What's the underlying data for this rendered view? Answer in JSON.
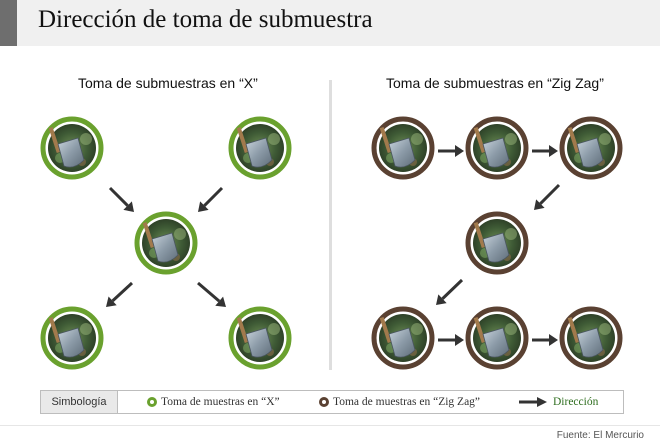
{
  "title": "Dirección de toma de submuestra",
  "panels": {
    "x": {
      "title": "Toma de submuestras en “X”"
    },
    "zigzag": {
      "title": "Toma de submuestras en “Zig Zag”"
    }
  },
  "legend": {
    "label": "Simbología",
    "x_item": "Toma de muestras en “X”",
    "zigzag_item": "Toma de muestras en “Zig Zag”",
    "arrow_item": "Dirección"
  },
  "source": "Fuente: El Mercurio",
  "colors": {
    "x_ring": "#6aa12e",
    "zigzag_ring": "#5a4132",
    "arrow": "#333333",
    "legend_text_x": "#333333",
    "legend_text_arrow": "#2f6e1f"
  },
  "icons": {
    "sample_point": "shovel-in-soil-icon",
    "direction": "arrow-icon"
  }
}
